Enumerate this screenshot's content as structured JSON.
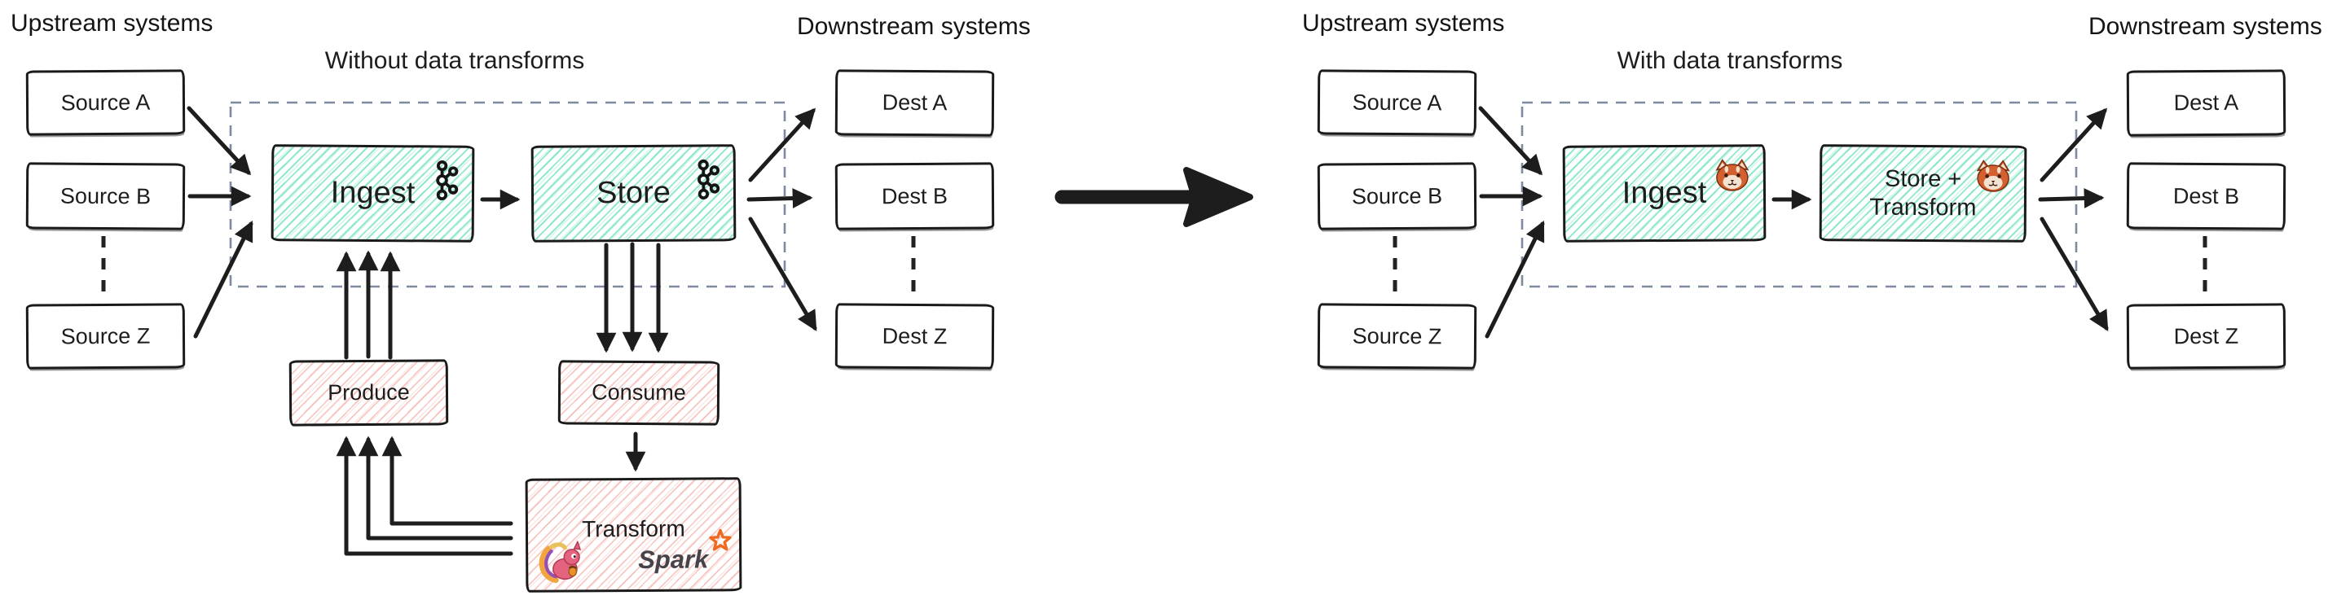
{
  "colors": {
    "teal_hatch": "#6ee2b9",
    "pink_hatch": "#f2a39b",
    "box_border": "#1a1a1a",
    "dashed_boundary": "#7d8aa0",
    "arrow_black": "#1d1d1d",
    "spark_orange": "#ef6a1f",
    "spark_text_gray": "#47434a",
    "flink_body_pink": "#e4647f",
    "flink_tail_orange": "#f2a43e",
    "flink_tail_purple": "#9550b8",
    "redpanda_russet": "#d4602f"
  },
  "left": {
    "upstream_label": "Upstream systems",
    "title": "Without data transforms",
    "downstream_label": "Downstream systems",
    "sources": [
      "Source A",
      "Source B",
      "Source Z"
    ],
    "dests": [
      "Dest A",
      "Dest B",
      "Dest Z"
    ],
    "ingest_label": "Ingest",
    "store_label": "Store",
    "produce_label": "Produce",
    "consume_label": "Consume",
    "transform_label": "Transform",
    "spark_label": "Spark",
    "ingest_icon": "kafka-logo",
    "store_icon": "kafka-logo",
    "transform_icons": [
      "flink-squirrel-logo",
      "spark-logo"
    ]
  },
  "right": {
    "upstream_label": "Upstream systems",
    "title": "With data transforms",
    "downstream_label": "Downstream systems",
    "sources": [
      "Source A",
      "Source B",
      "Source Z"
    ],
    "dests": [
      "Dest A",
      "Dest B",
      "Dest Z"
    ],
    "ingest_label": "Ingest",
    "store_transform_line1": "Store +",
    "store_transform_line2": "Transform",
    "ingest_icon": "redpanda-logo",
    "store_icon": "redpanda-logo"
  }
}
